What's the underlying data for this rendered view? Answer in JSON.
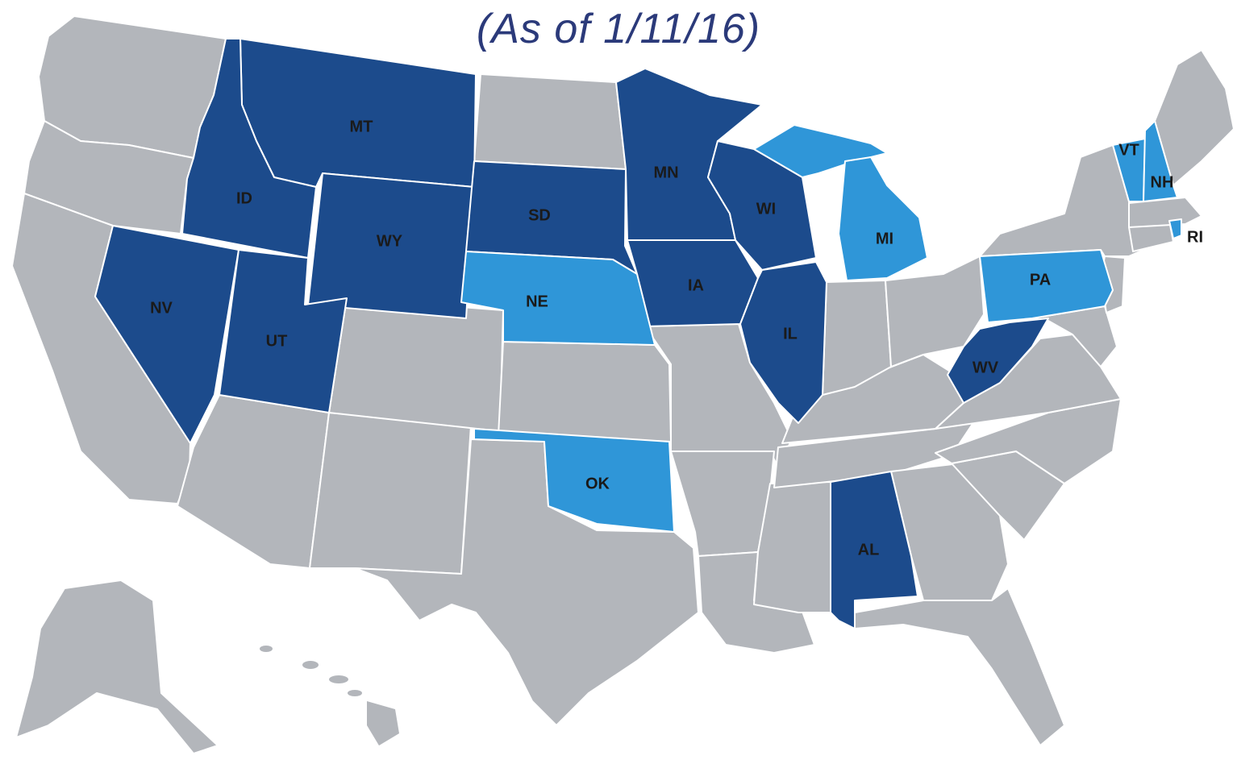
{
  "header": {
    "subtitle": "(As of 1/11/16)"
  },
  "colors": {
    "gray": "#b3b6bb",
    "dark_blue": "#1c4b8c",
    "light_blue": "#2f96d8",
    "border": "#ffffff"
  },
  "states": {
    "dark_blue": [
      "ID",
      "MT",
      "WY",
      "NV",
      "UT",
      "SD",
      "MN",
      "WI",
      "IA",
      "IL",
      "WV",
      "AL"
    ],
    "light_blue": [
      "NE",
      "OK",
      "MI",
      "PA",
      "VT",
      "NH",
      "RI"
    ]
  },
  "labels": {
    "MT": "MT",
    "ID": "ID",
    "WY": "WY",
    "NV": "NV",
    "UT": "UT",
    "SD": "SD",
    "NE": "NE",
    "MN": "MN",
    "IA": "IA",
    "WI": "WI",
    "IL": "IL",
    "MI": "MI",
    "OK": "OK",
    "AL": "AL",
    "PA": "PA",
    "WV": "WV",
    "VT": "VT",
    "NH": "NH",
    "RI": "RI"
  }
}
